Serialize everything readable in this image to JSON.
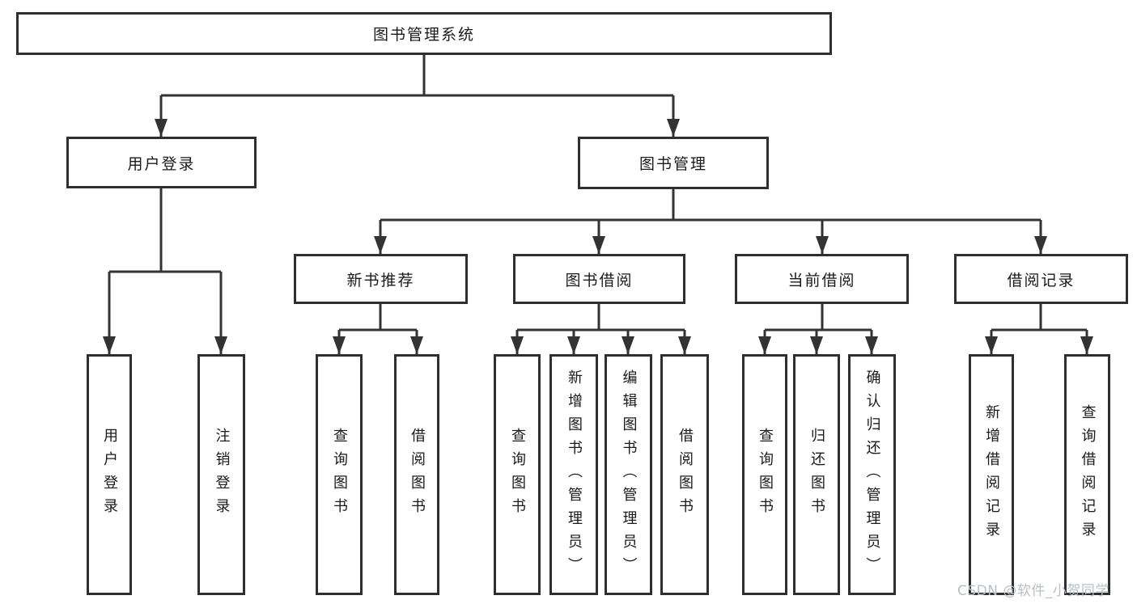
{
  "diagram_type": "tree",
  "tree": {
    "label": "图书管理系统",
    "children": [
      {
        "label": "用户登录",
        "children": [
          {
            "label": "用户登录"
          },
          {
            "label": "注销登录"
          }
        ]
      },
      {
        "label": "图书管理",
        "children": [
          {
            "label": "新书推荐",
            "children": [
              {
                "label": "查询图书"
              },
              {
                "label": "借阅图书"
              }
            ]
          },
          {
            "label": "图书借阅",
            "children": [
              {
                "label": "查询图书"
              },
              {
                "label": "新增图书（管理员）"
              },
              {
                "label": "编辑图书（管理员）"
              },
              {
                "label": "借阅图书"
              }
            ]
          },
          {
            "label": "当前借阅",
            "children": [
              {
                "label": "查询图书"
              },
              {
                "label": "归还图书"
              },
              {
                "label": "确认归还（管理员）"
              }
            ]
          },
          {
            "label": "借阅记录",
            "children": [
              {
                "label": "新增借阅记录"
              },
              {
                "label": "查询借阅记录"
              }
            ]
          }
        ]
      }
    ]
  },
  "watermark": {
    "text": "CSDN @软件_小贺同学"
  },
  "colors": {
    "box_border": "#2f2f2f",
    "connector_line": "#333333",
    "text": "#1a1a1a",
    "watermark": "#b9bfc7",
    "background": "#ffffff"
  }
}
